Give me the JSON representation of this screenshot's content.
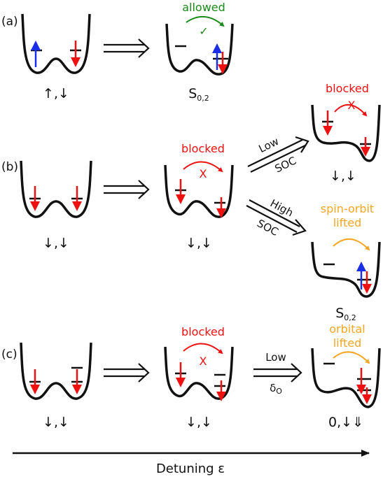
{
  "colors": {
    "red": "#ee1111",
    "blue": "#1a2ee6",
    "green": "#1a8a1a",
    "orange": "#f5a623",
    "black": "#111111"
  },
  "rows": {
    "a": {
      "label": "(a)",
      "state_left": "↑,↓",
      "state_right": "S",
      "state_right_sub": "0,2",
      "transition_note": "allowed",
      "transition_mark": "✓"
    },
    "b": {
      "label": "(b)",
      "state_left": "↓,↓",
      "state_mid": "↓,↓",
      "mid_note": "blocked",
      "mid_mark": "X",
      "low_arrow_top": "Low",
      "low_arrow_bottom": "SOC",
      "high_arrow_top": "High",
      "high_arrow_bottom": "SOC",
      "upper_note": "blocked",
      "upper_mark": "X",
      "upper_state": "↓,↓",
      "lower_note_line1": "spin-orbit",
      "lower_note_line2": "lifted",
      "lower_state": "S",
      "lower_state_sub": "0,2"
    },
    "c": {
      "label": "(c)",
      "state_left": "↓,↓",
      "state_mid": "↓,↓",
      "mid_note": "blocked",
      "mid_mark": "X",
      "arrow_top": "Low",
      "arrow_bottom": "δ",
      "arrow_bottom_sub": "O",
      "right_note_line1": "orbital",
      "right_note_line2": "lifted",
      "right_state": "0,↓⇓"
    }
  },
  "axis": {
    "label": "Detuning ε"
  }
}
